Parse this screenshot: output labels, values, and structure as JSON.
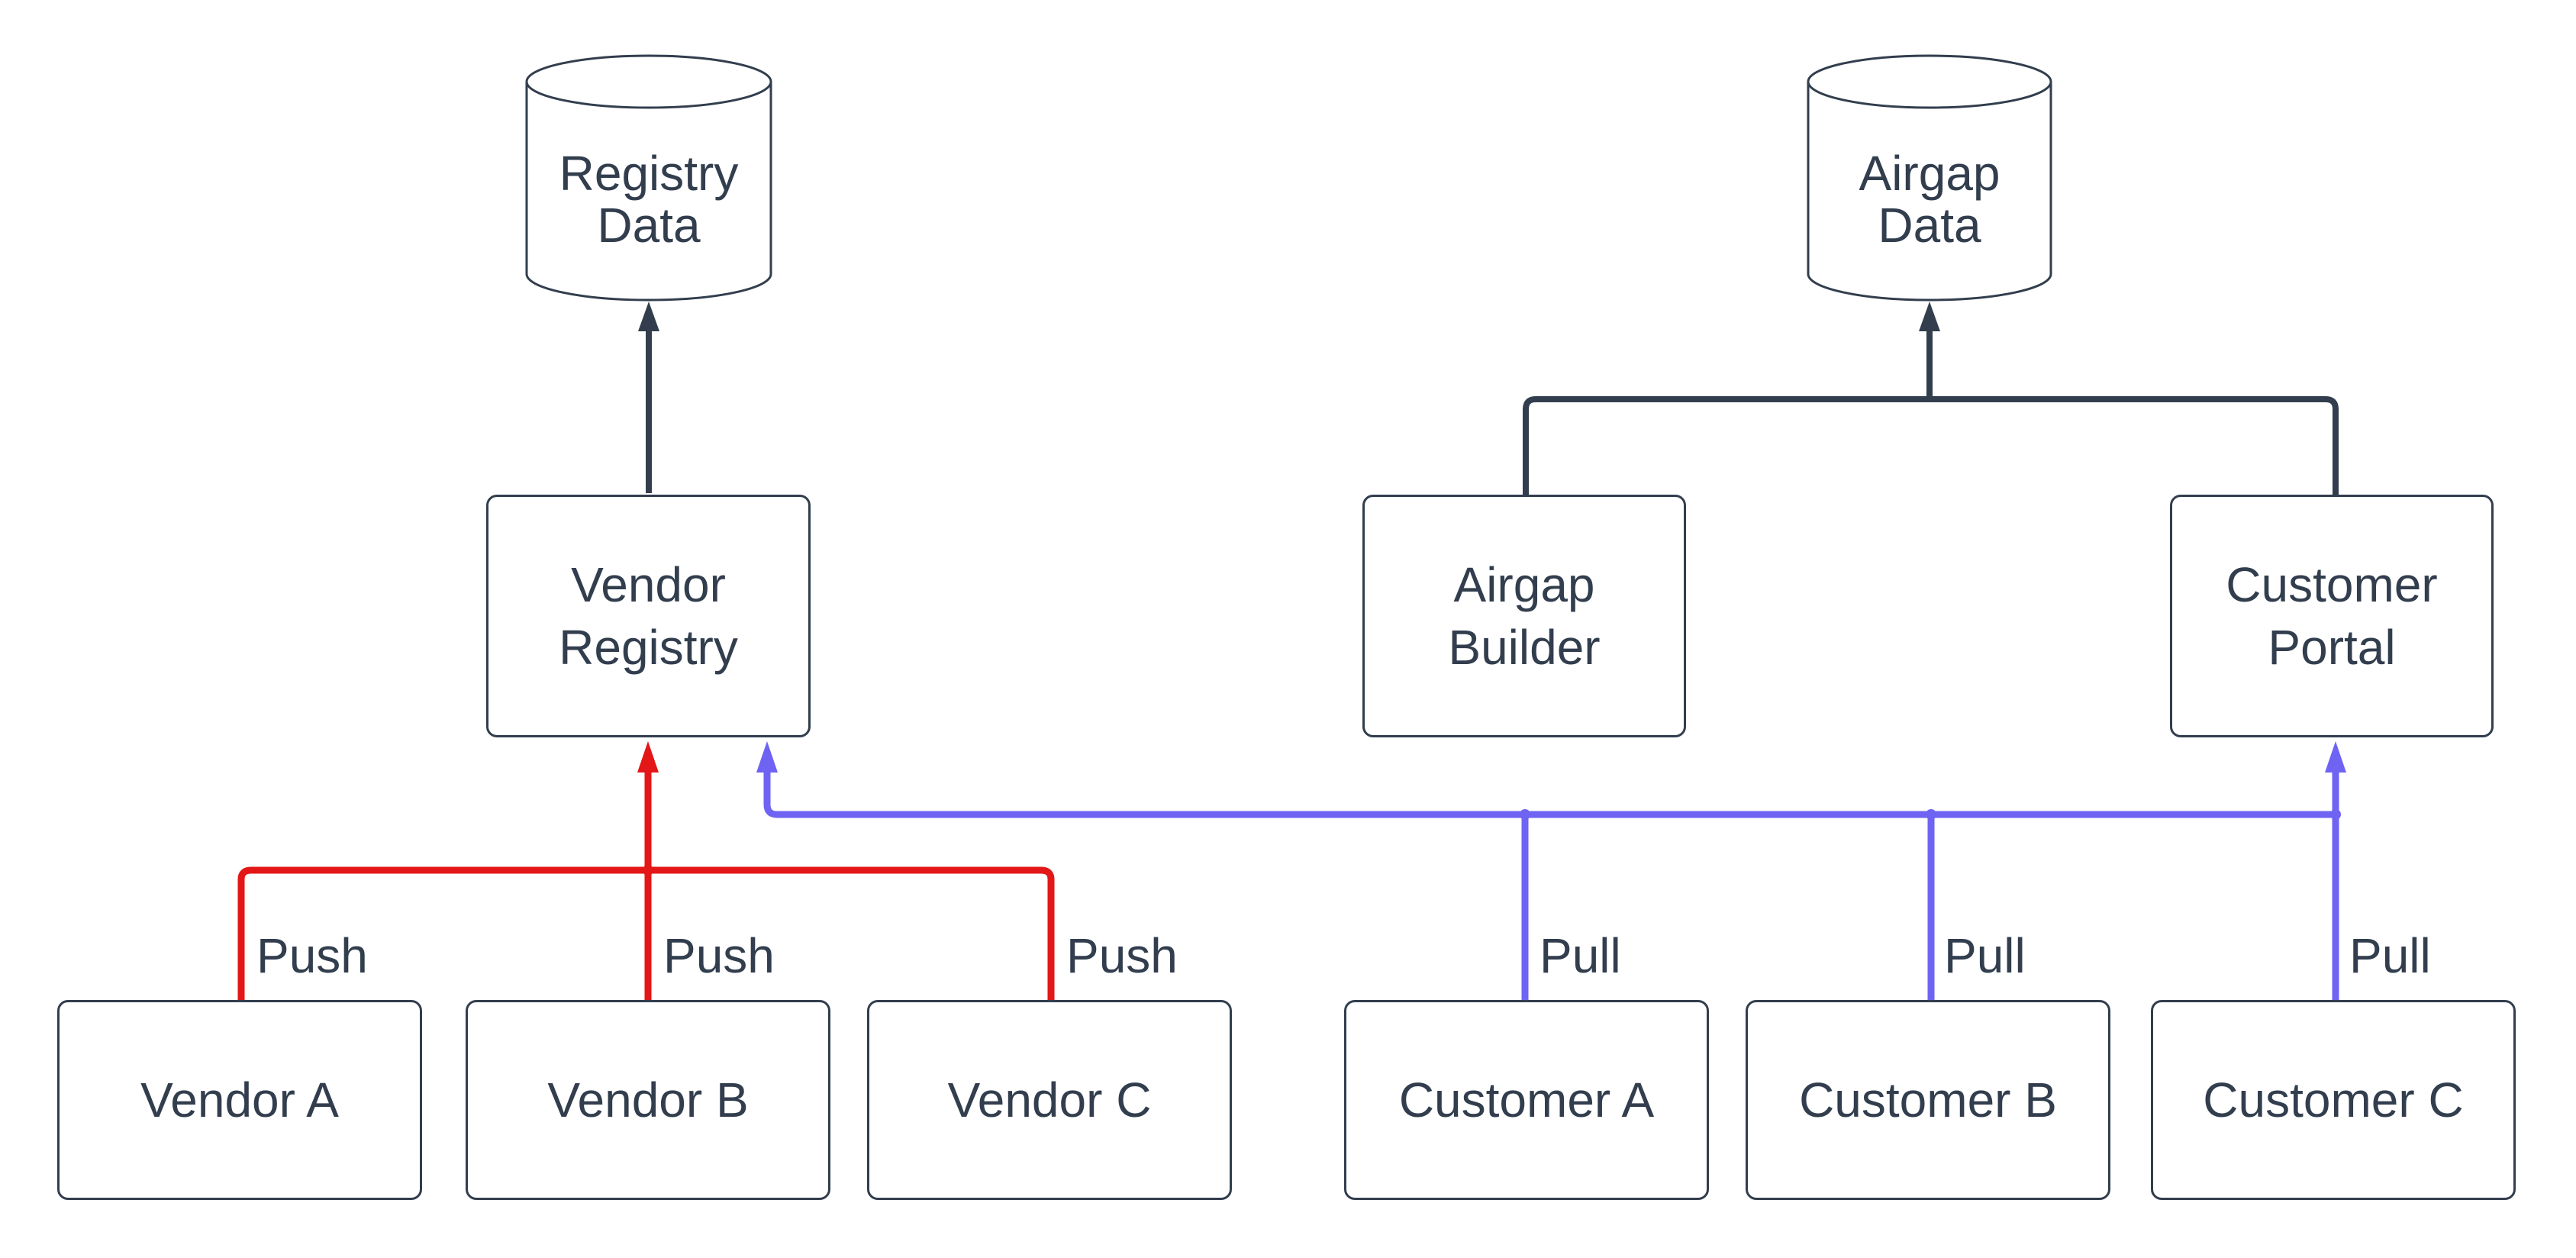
{
  "colors": {
    "red": "#e31717",
    "blue": "#6e63f2",
    "dark": "#323e4e",
    "background": "#ffffff"
  },
  "datastores": {
    "registry_data": {
      "line1": "Registry",
      "line2": "Data"
    },
    "airgap_data": {
      "line1": "Airgap",
      "line2": "Data"
    }
  },
  "services": {
    "vendor_registry": {
      "line1": "Vendor",
      "line2": "Registry"
    },
    "airgap_builder": {
      "line1": "Airgap",
      "line2": "Builder"
    },
    "customer_portal": {
      "line1": "Customer",
      "line2": "Portal"
    }
  },
  "endpoints": {
    "vendor_a": {
      "label": "Vendor A"
    },
    "vendor_b": {
      "label": "Vendor B"
    },
    "vendor_c": {
      "label": "Vendor C"
    },
    "customer_a": {
      "label": "Customer A"
    },
    "customer_b": {
      "label": "Customer B"
    },
    "customer_c": {
      "label": "Customer C"
    }
  },
  "edges": {
    "push_label": "Push",
    "pull_label": "Pull"
  }
}
